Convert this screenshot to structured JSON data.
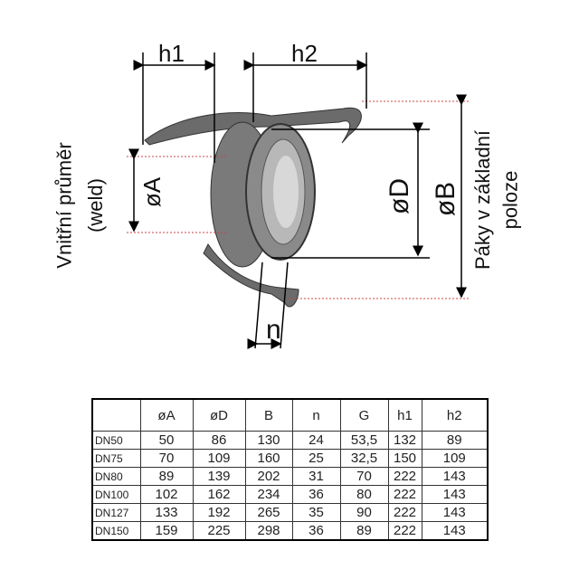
{
  "figure": {
    "h1": "h1",
    "h2": "h2",
    "A": "øA",
    "D": "øD",
    "B": "øB",
    "n": "n",
    "left_caption_1": "Vnitřní průměr",
    "left_caption_2": "(weld)",
    "right_caption_1": "Páky v základní",
    "right_caption_2": "poloze"
  },
  "table": {
    "headers": [
      "",
      "øA",
      "øD",
      "B",
      "n",
      "G",
      "h1",
      "h2"
    ],
    "rows": [
      [
        "DN50",
        "50",
        "86",
        "130",
        "24",
        "53,5",
        "132",
        "89"
      ],
      [
        "DN75",
        "70",
        "109",
        "160",
        "25",
        "32,5",
        "150",
        "109"
      ],
      [
        "DN80",
        "89",
        "139",
        "202",
        "31",
        "70",
        "222",
        "143"
      ],
      [
        "DN100",
        "102",
        "162",
        "234",
        "36",
        "80",
        "222",
        "143"
      ],
      [
        "DN127",
        "133",
        "192",
        "265",
        "35",
        "90",
        "222",
        "143"
      ],
      [
        "DN150",
        "159",
        "225",
        "298",
        "36",
        "89",
        "222",
        "143"
      ]
    ]
  }
}
